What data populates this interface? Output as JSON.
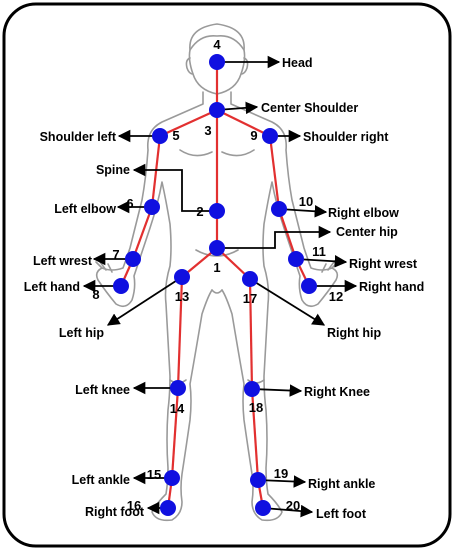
{
  "joints": [
    {
      "id": "1",
      "label": "",
      "slug": "center-hip-point"
    },
    {
      "id": "2",
      "label": "Spine",
      "slug": "spine"
    },
    {
      "id": "3",
      "label": "",
      "slug": "center-shoulder-point"
    },
    {
      "id": "4",
      "label": "Head",
      "slug": "head"
    },
    {
      "id": "5",
      "label": "Shoulder left",
      "slug": "shoulder-left"
    },
    {
      "id": "6",
      "label": "Left elbow",
      "slug": "left-elbow"
    },
    {
      "id": "7",
      "label": "Left wrest",
      "slug": "left-wrest"
    },
    {
      "id": "8",
      "label": "Left hand",
      "slug": "left-hand"
    },
    {
      "id": "9",
      "label": "Shoulder right",
      "slug": "shoulder-right"
    },
    {
      "id": "10",
      "label": "Right elbow",
      "slug": "right-elbow"
    },
    {
      "id": "11",
      "label": "Right wrest",
      "slug": "right-wrest"
    },
    {
      "id": "12",
      "label": "Right hand",
      "slug": "right-hand"
    },
    {
      "id": "13",
      "label": "Left hip",
      "slug": "left-hip"
    },
    {
      "id": "14",
      "label": "Left knee",
      "slug": "left-knee"
    },
    {
      "id": "15",
      "label": "Left ankle",
      "slug": "left-ankle"
    },
    {
      "id": "16",
      "label": "Right foot",
      "slug": "right-foot"
    },
    {
      "id": "17",
      "label": "Right hip",
      "slug": "right-hip"
    },
    {
      "id": "18",
      "label": "Right Knee",
      "slug": "right-knee"
    },
    {
      "id": "19",
      "label": "Right ankle",
      "slug": "right-ankle"
    },
    {
      "id": "20",
      "label": "Left foot",
      "slug": "left-foot"
    }
  ],
  "extra_labels": {
    "center_shoulder": "Center Shoulder",
    "center_hip": "Center hip"
  },
  "colors": {
    "joint": "#1010e0",
    "bone": "#e23030",
    "arrow": "#000000",
    "body_outline": "#9a9a9a",
    "frame": "#000000"
  }
}
